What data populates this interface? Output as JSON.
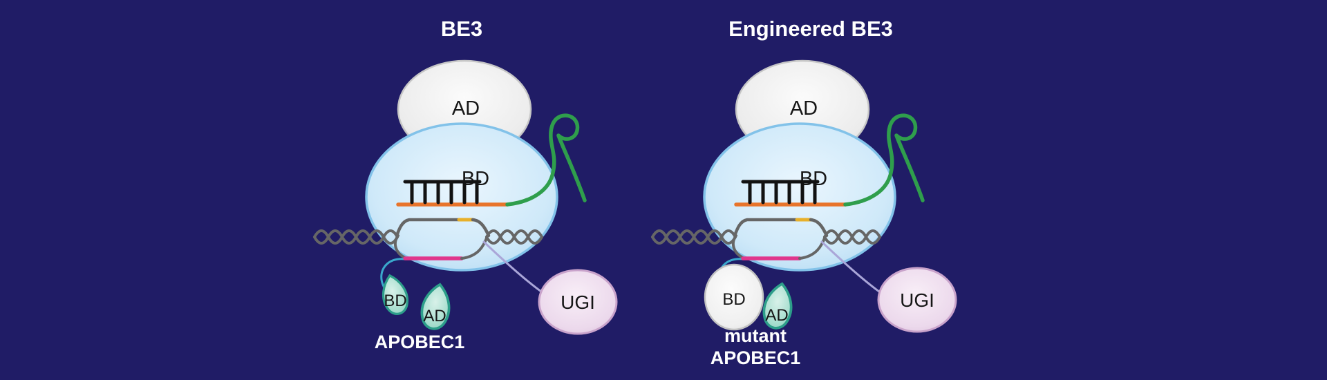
{
  "colors": {
    "background": "#201c66",
    "sgrna_green": "#2f9e4c",
    "guide_orange": "#e8742b",
    "edited_strand_pink": "#e0368c",
    "pam_yellow": "#e8b02a",
    "dna_gray": "#666666",
    "basepair_black": "#121212",
    "apobec_linker_cyan": "#3aa8cc",
    "ugi_linker_lavender": "#aaa6d8",
    "cas9_fill_edge": "#b5dbf3",
    "cas9_stroke": "#82c2e9",
    "deaminase_teal_stroke": "#2d9e8a",
    "ugi_stroke": "#c9a3cb"
  },
  "panels": [
    {
      "title": "BE3",
      "ad_domain_label": "AD",
      "cas9_bd_label": "BD",
      "apobec_bd_label": "BD",
      "apobec_ad_label": "AD",
      "apobec_name_line1": "APOBEC1",
      "apobec_name_line2": "",
      "ugi_label": "UGI"
    },
    {
      "title": "Engineered BE3",
      "ad_domain_label": "AD",
      "cas9_bd_label": "BD",
      "apobec_bd_label": "BD",
      "apobec_ad_label": "AD",
      "apobec_name_line1": "mutant",
      "apobec_name_line2": "APOBEC1",
      "ugi_label": "UGI"
    }
  ]
}
